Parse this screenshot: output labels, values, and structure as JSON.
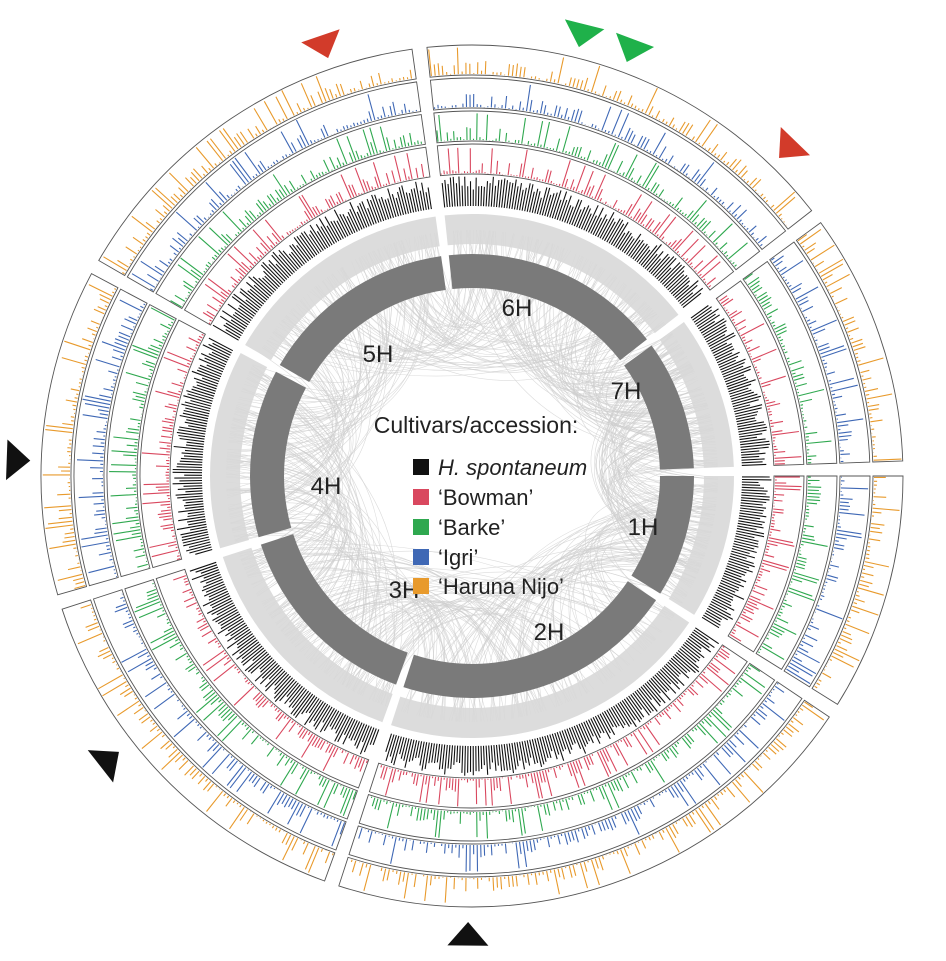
{
  "chromosomes": [
    {
      "label": "1H",
      "color": "#7a7a7a"
    },
    {
      "label": "2H",
      "color": "#7a7a7a"
    },
    {
      "label": "3H",
      "color": "#7a7a7a"
    },
    {
      "label": "4H",
      "color": "#7a7a7a"
    },
    {
      "label": "5H",
      "color": "#7a7a7a"
    },
    {
      "label": "6H",
      "color": "#7a7a7a"
    },
    {
      "label": "7H",
      "color": "#7a7a7a"
    }
  ],
  "legend": {
    "title": "Cultivars/accession:",
    "items": [
      {
        "label": "H. spontaneum",
        "color": "#111111",
        "italic": true
      },
      {
        "label": "‘Bowman’",
        "color": "#d9485f",
        "italic": false
      },
      {
        "label": "‘Barke’",
        "color": "#2fa84f",
        "italic": false
      },
      {
        "label": "‘Igri’",
        "color": "#3f68b5",
        "italic": false
      },
      {
        "label": "‘Haruna Nijo’",
        "color": "#e89a2c",
        "italic": false
      }
    ]
  },
  "tracks": [
    {
      "name": "H. spontaneum",
      "color": "#111111"
    },
    {
      "name": "‘Bowman’",
      "color": "#d9485f"
    },
    {
      "name": "‘Barke’",
      "color": "#2fa84f"
    },
    {
      "name": "‘Igri’",
      "color": "#3f68b5"
    },
    {
      "name": "‘Haruna Nijo’",
      "color": "#e89a2c"
    }
  ],
  "markers": [
    {
      "color": "#d23b2a",
      "kind": "red-arrow"
    },
    {
      "color": "#1fb14a",
      "kind": "green-arrow"
    },
    {
      "color": "#1fb14a",
      "kind": "green-arrow"
    },
    {
      "color": "#d23b2a",
      "kind": "red-arrow"
    },
    {
      "color": "#111111",
      "kind": "black-arrow"
    },
    {
      "color": "#111111",
      "kind": "black-arrow"
    },
    {
      "color": "#111111",
      "kind": "black-arrow"
    }
  ],
  "synteny_color": "#cfcfcf",
  "background_ring_color": "#d8d8d8"
}
